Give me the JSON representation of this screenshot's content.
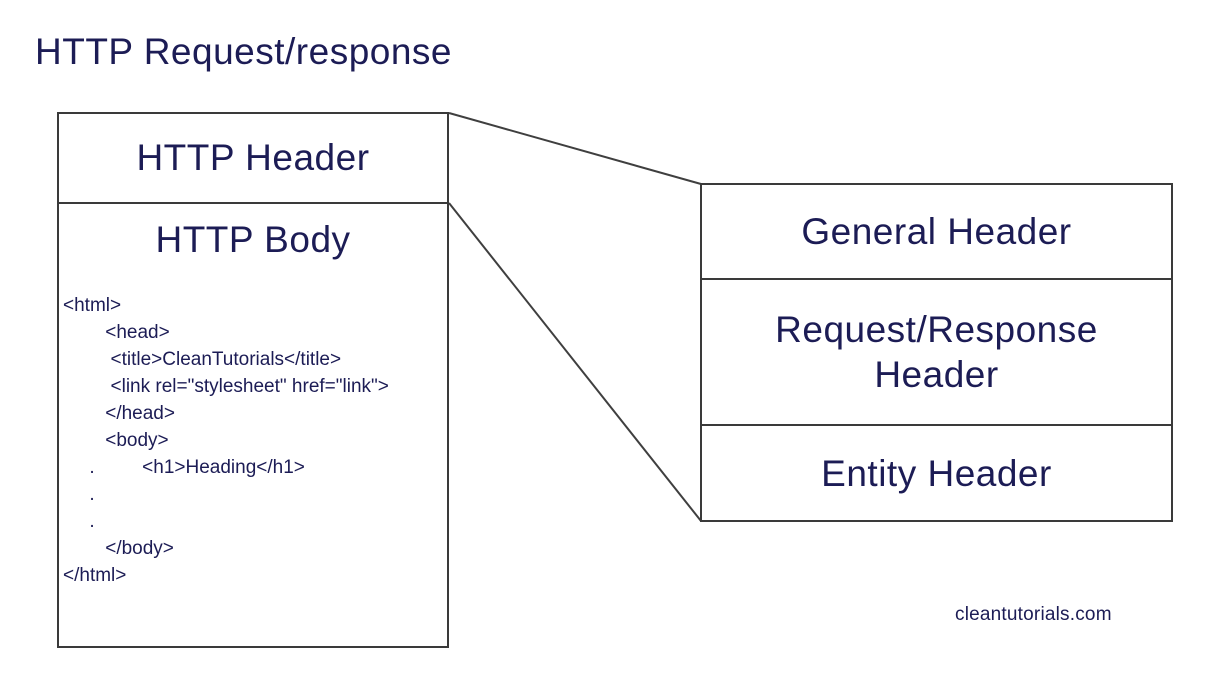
{
  "page": {
    "title": "HTTP Request/response",
    "watermark": "cleantutorials.com"
  },
  "colors": {
    "text": "#1c1c55",
    "border": "#3a3a3a",
    "background": "#ffffff"
  },
  "left_box": {
    "header_label": "HTTP Header",
    "body_label": "HTTP Body",
    "code": "<html>\n        <head>\n         <title>CleanTutorials</title>\n         <link rel=\"stylesheet\" href=\"link\">\n        </head>\n        <body>\n     .         <h1>Heading</h1>\n     .\n     .\n        </body>\n</html>"
  },
  "right_box": {
    "sections": [
      {
        "label": "General Header"
      },
      {
        "label_line1": "Request/Response",
        "label_line2": "Header"
      },
      {
        "label": "Entity Header"
      }
    ]
  }
}
